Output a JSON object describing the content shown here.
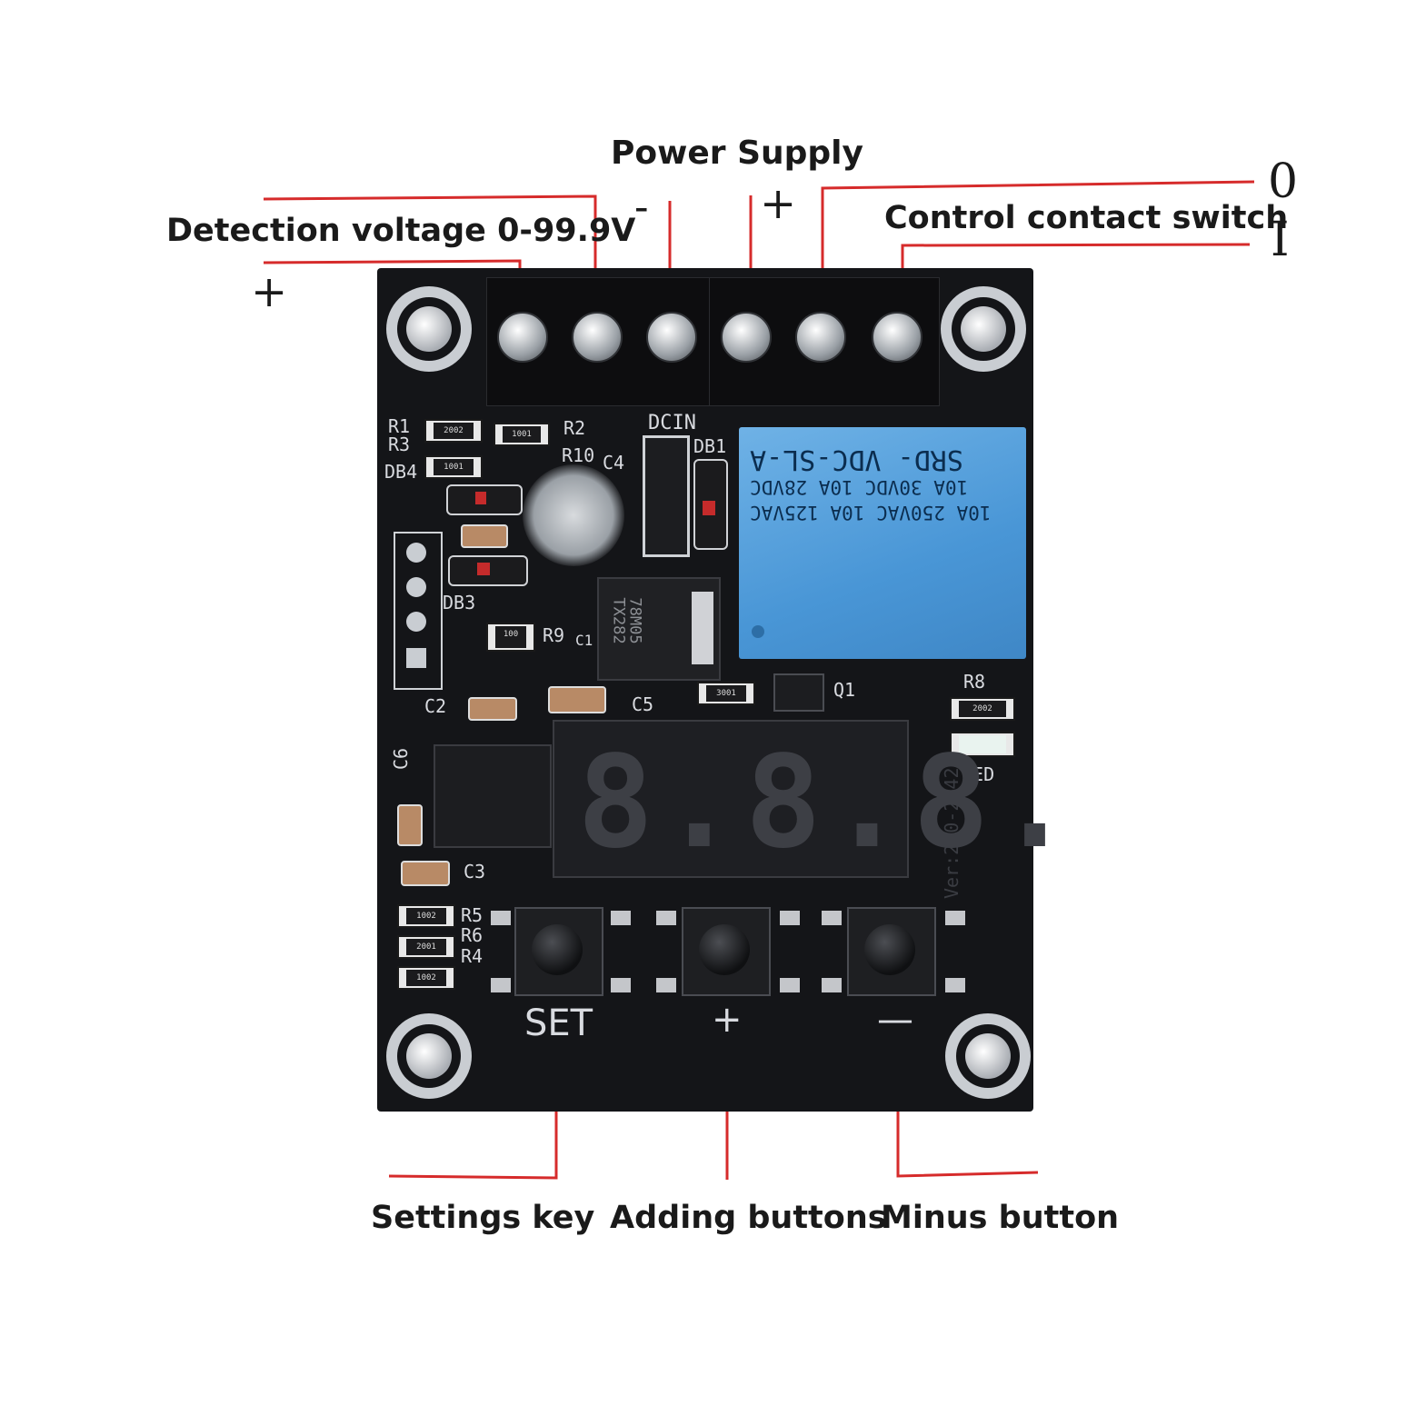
{
  "labels": {
    "detection_voltage": "Detection voltage 0-99.9V",
    "power_supply": "Power Supply",
    "control_contact_switch": "Control contact switch",
    "settings_key": "Settings key",
    "adding_buttons": "Adding buttons",
    "minus_button": "Minus button"
  },
  "symbols": {
    "detection_plus": "+",
    "power_minus": "-",
    "power_plus": "+",
    "contact_zero": "0",
    "contact_one": "I"
  },
  "board": {
    "silkscreen": {
      "r1": "R1",
      "r3": "R3",
      "db4": "DB4",
      "r2": "R2",
      "r10": "R10",
      "c4": "C4",
      "dcin": "DCIN",
      "db1": "DB1",
      "db3": "DB3",
      "r9": "R9",
      "c1": "C1",
      "c2": "C2",
      "c5": "C5",
      "q1": "Q1",
      "r8": "R8",
      "led": "LED",
      "c6": "C6",
      "c3": "C3",
      "r5": "R5",
      "r6": "R6",
      "r4": "R4",
      "version": "Ver:2.0-2042",
      "set": "SET",
      "plus": "+",
      "minus": "—"
    },
    "relay": {
      "line1": "SRD-  VDC-SL-A",
      "line2": "10A 30VDC  10A 28VDC",
      "line3": "10A 250VAC  10A 125VAC"
    },
    "regulator": {
      "line1": "78M05",
      "line2": "TX282"
    },
    "resistor_codes": {
      "r1": "2002",
      "r3": "1001",
      "r2": "1001",
      "r9": "100",
      "q1_res": "3001",
      "r8": "2002",
      "r5": "1002",
      "r6": "2001",
      "r4": "1002"
    },
    "display_digits": "8.8.8."
  },
  "colors": {
    "leader_line": "#d62b2b",
    "pcb": "#141518",
    "relay": "#4996d6"
  }
}
